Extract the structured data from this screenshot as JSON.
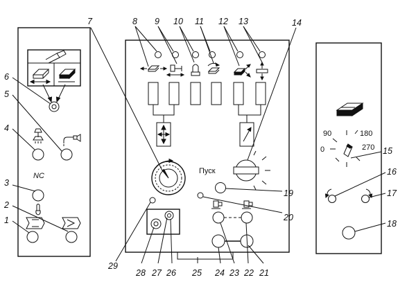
{
  "callouts": [
    "1",
    "2",
    "3",
    "4",
    "5",
    "6",
    "7",
    "8",
    "9",
    "10",
    "11",
    "12",
    "13",
    "14",
    "15",
    "16",
    "17",
    "18",
    "19",
    "20",
    "21",
    "22",
    "23",
    "24",
    "25",
    "26",
    "27",
    "28",
    "29"
  ],
  "labels": {
    "nc": "NC",
    "start": "Пуск",
    "dial_0": "0",
    "dial_90": "90",
    "dial_180": "180",
    "dial_270": "270"
  }
}
